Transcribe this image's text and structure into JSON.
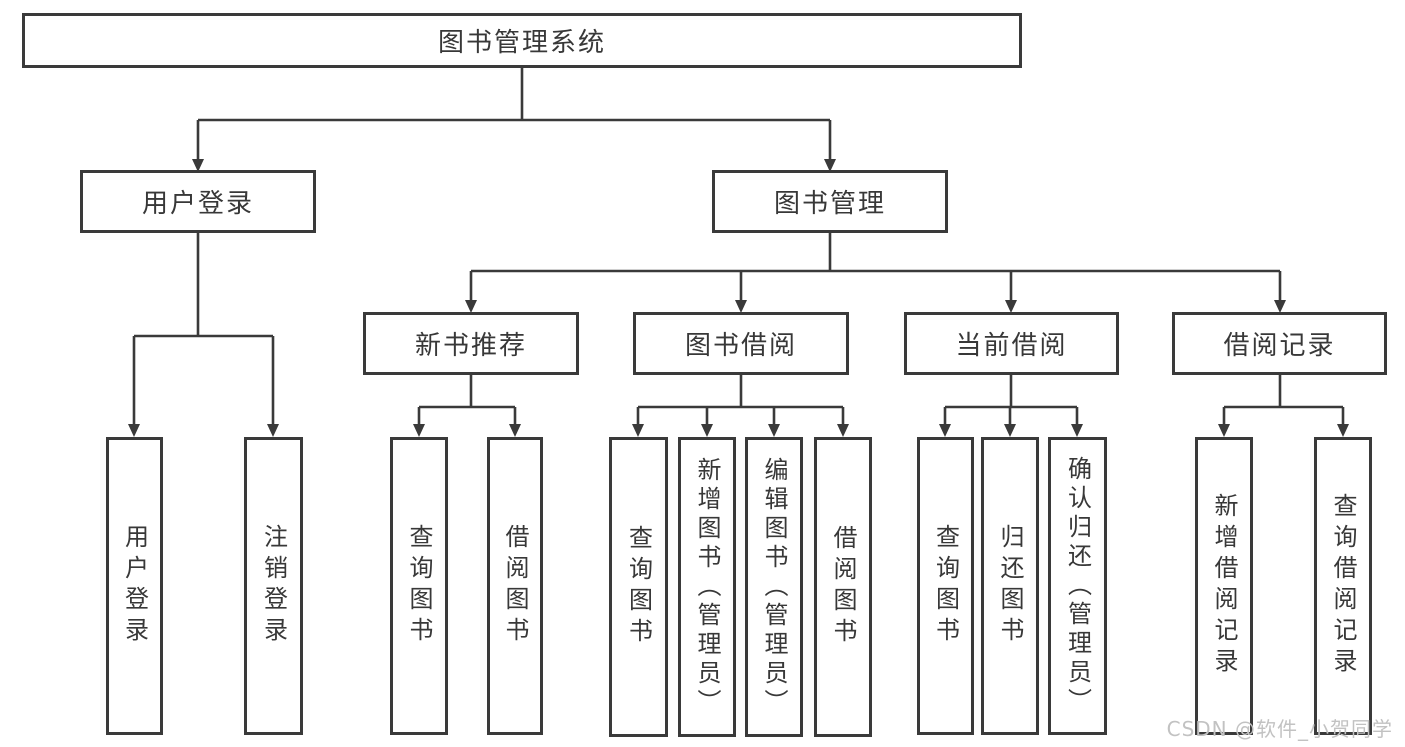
{
  "diagram": {
    "title": "图书管理系统",
    "root": {
      "label": "图书管理系统",
      "children": [
        {
          "label": "用户登录",
          "children": [
            {
              "label": "用户登录"
            },
            {
              "label": "注销登录"
            }
          ]
        },
        {
          "label": "图书管理",
          "children": [
            {
              "label": "新书推荐",
              "children": [
                {
                  "label": "查询图书"
                },
                {
                  "label": "借阅图书"
                }
              ]
            },
            {
              "label": "图书借阅",
              "children": [
                {
                  "label": "查询图书"
                },
                {
                  "label": "新增图书（管理员）"
                },
                {
                  "label": "编辑图书（管理员）"
                },
                {
                  "label": "借阅图书"
                }
              ]
            },
            {
              "label": "当前借阅",
              "children": [
                {
                  "label": "查询图书"
                },
                {
                  "label": "归还图书"
                },
                {
                  "label": "确认归还（管理员）"
                }
              ]
            },
            {
              "label": "借阅记录",
              "children": [
                {
                  "label": "新增借阅记录"
                },
                {
                  "label": "查询借阅记录"
                }
              ]
            }
          ]
        }
      ]
    }
  },
  "watermark": "CSDN @软件_小贺同学",
  "colors": {
    "background": "#ffffff",
    "box_border": "#3a3a3a",
    "connector_line": "#3a3a3a",
    "text": "#383838",
    "watermark": "#c2c2c2"
  }
}
